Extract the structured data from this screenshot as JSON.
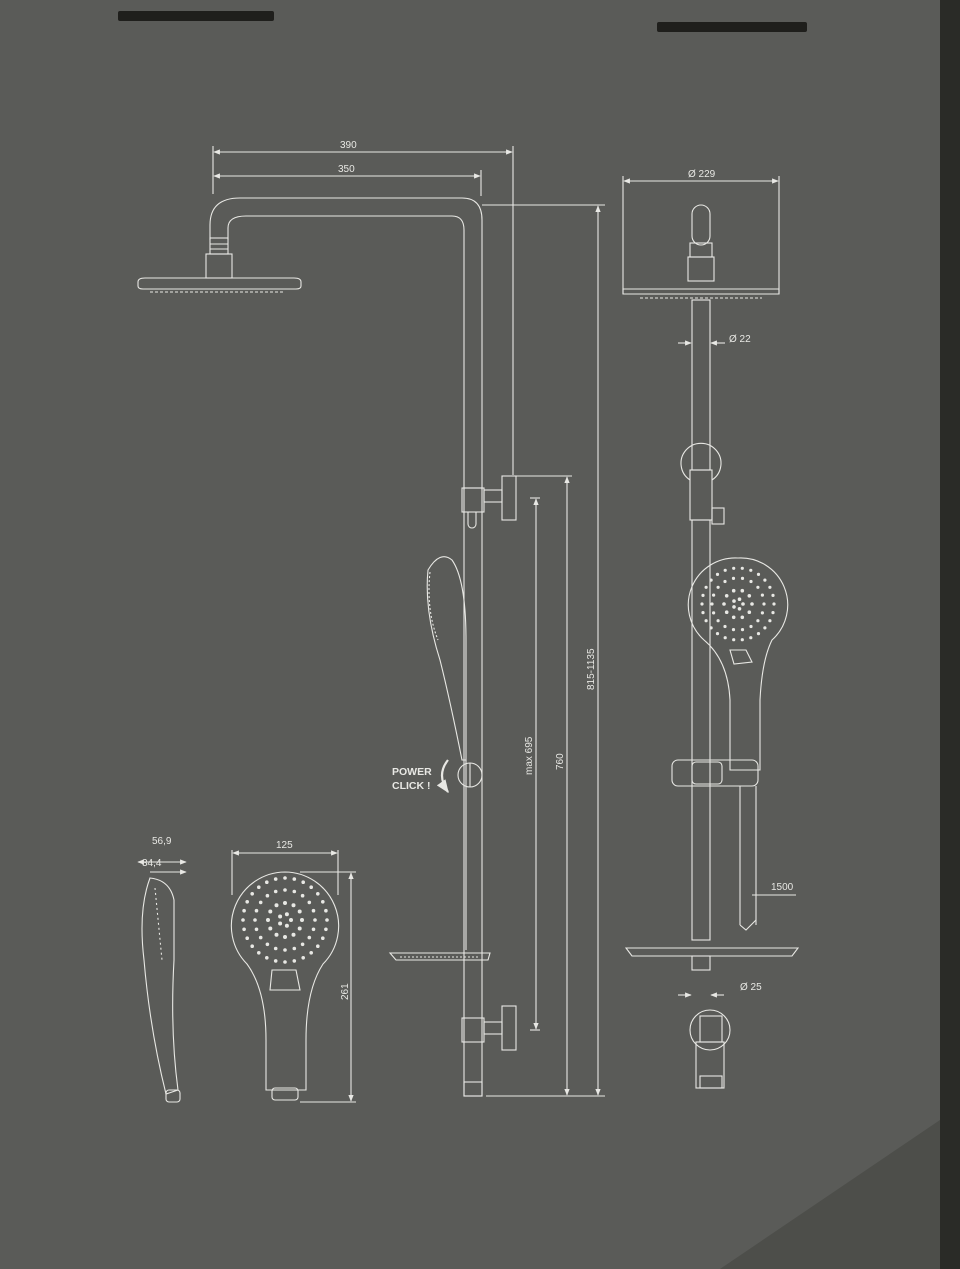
{
  "dimensions": {
    "arm_outer": "390",
    "arm_inner": "350",
    "head_diameter": "Ø 229",
    "pipe_diameter": "Ø 22",
    "total_height": "815-1135",
    "slide_rail": "760",
    "max_height": "max 695",
    "hose_length": "1500",
    "lower_pipe": "Ø 25",
    "hand_width": "125",
    "hand_length": "261",
    "hand_depth_outer": "56,9",
    "hand_depth_inner": "34,4"
  },
  "labels": {
    "power": "POWER",
    "click": "CLICK !"
  },
  "colors": {
    "board": "#5a5b58",
    "line": "#e8e8e4",
    "edge": "#22231f"
  }
}
